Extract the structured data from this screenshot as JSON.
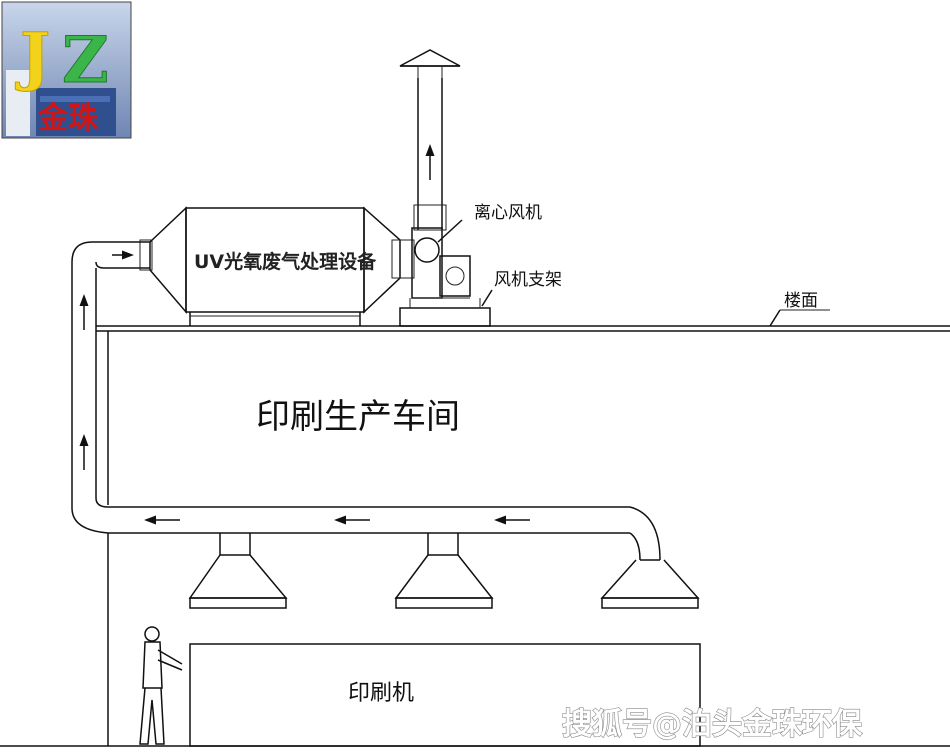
{
  "logo": {
    "letters": "JZ",
    "name": "金珠"
  },
  "labels": {
    "equipment": "UV光氧废气处理设备",
    "fan": "离心风机",
    "fan_stand": "风机支架",
    "floor": "楼面",
    "workshop": "印刷生产车间",
    "press": "印刷机"
  },
  "watermark": "搜狐号@泊头金珠环保",
  "colors": {
    "line": "#111111",
    "logo_bg": "#5a78a8",
    "logo_red": "#d31414",
    "logo_yellow": "#f2d21a",
    "logo_green": "#3bb54a"
  }
}
